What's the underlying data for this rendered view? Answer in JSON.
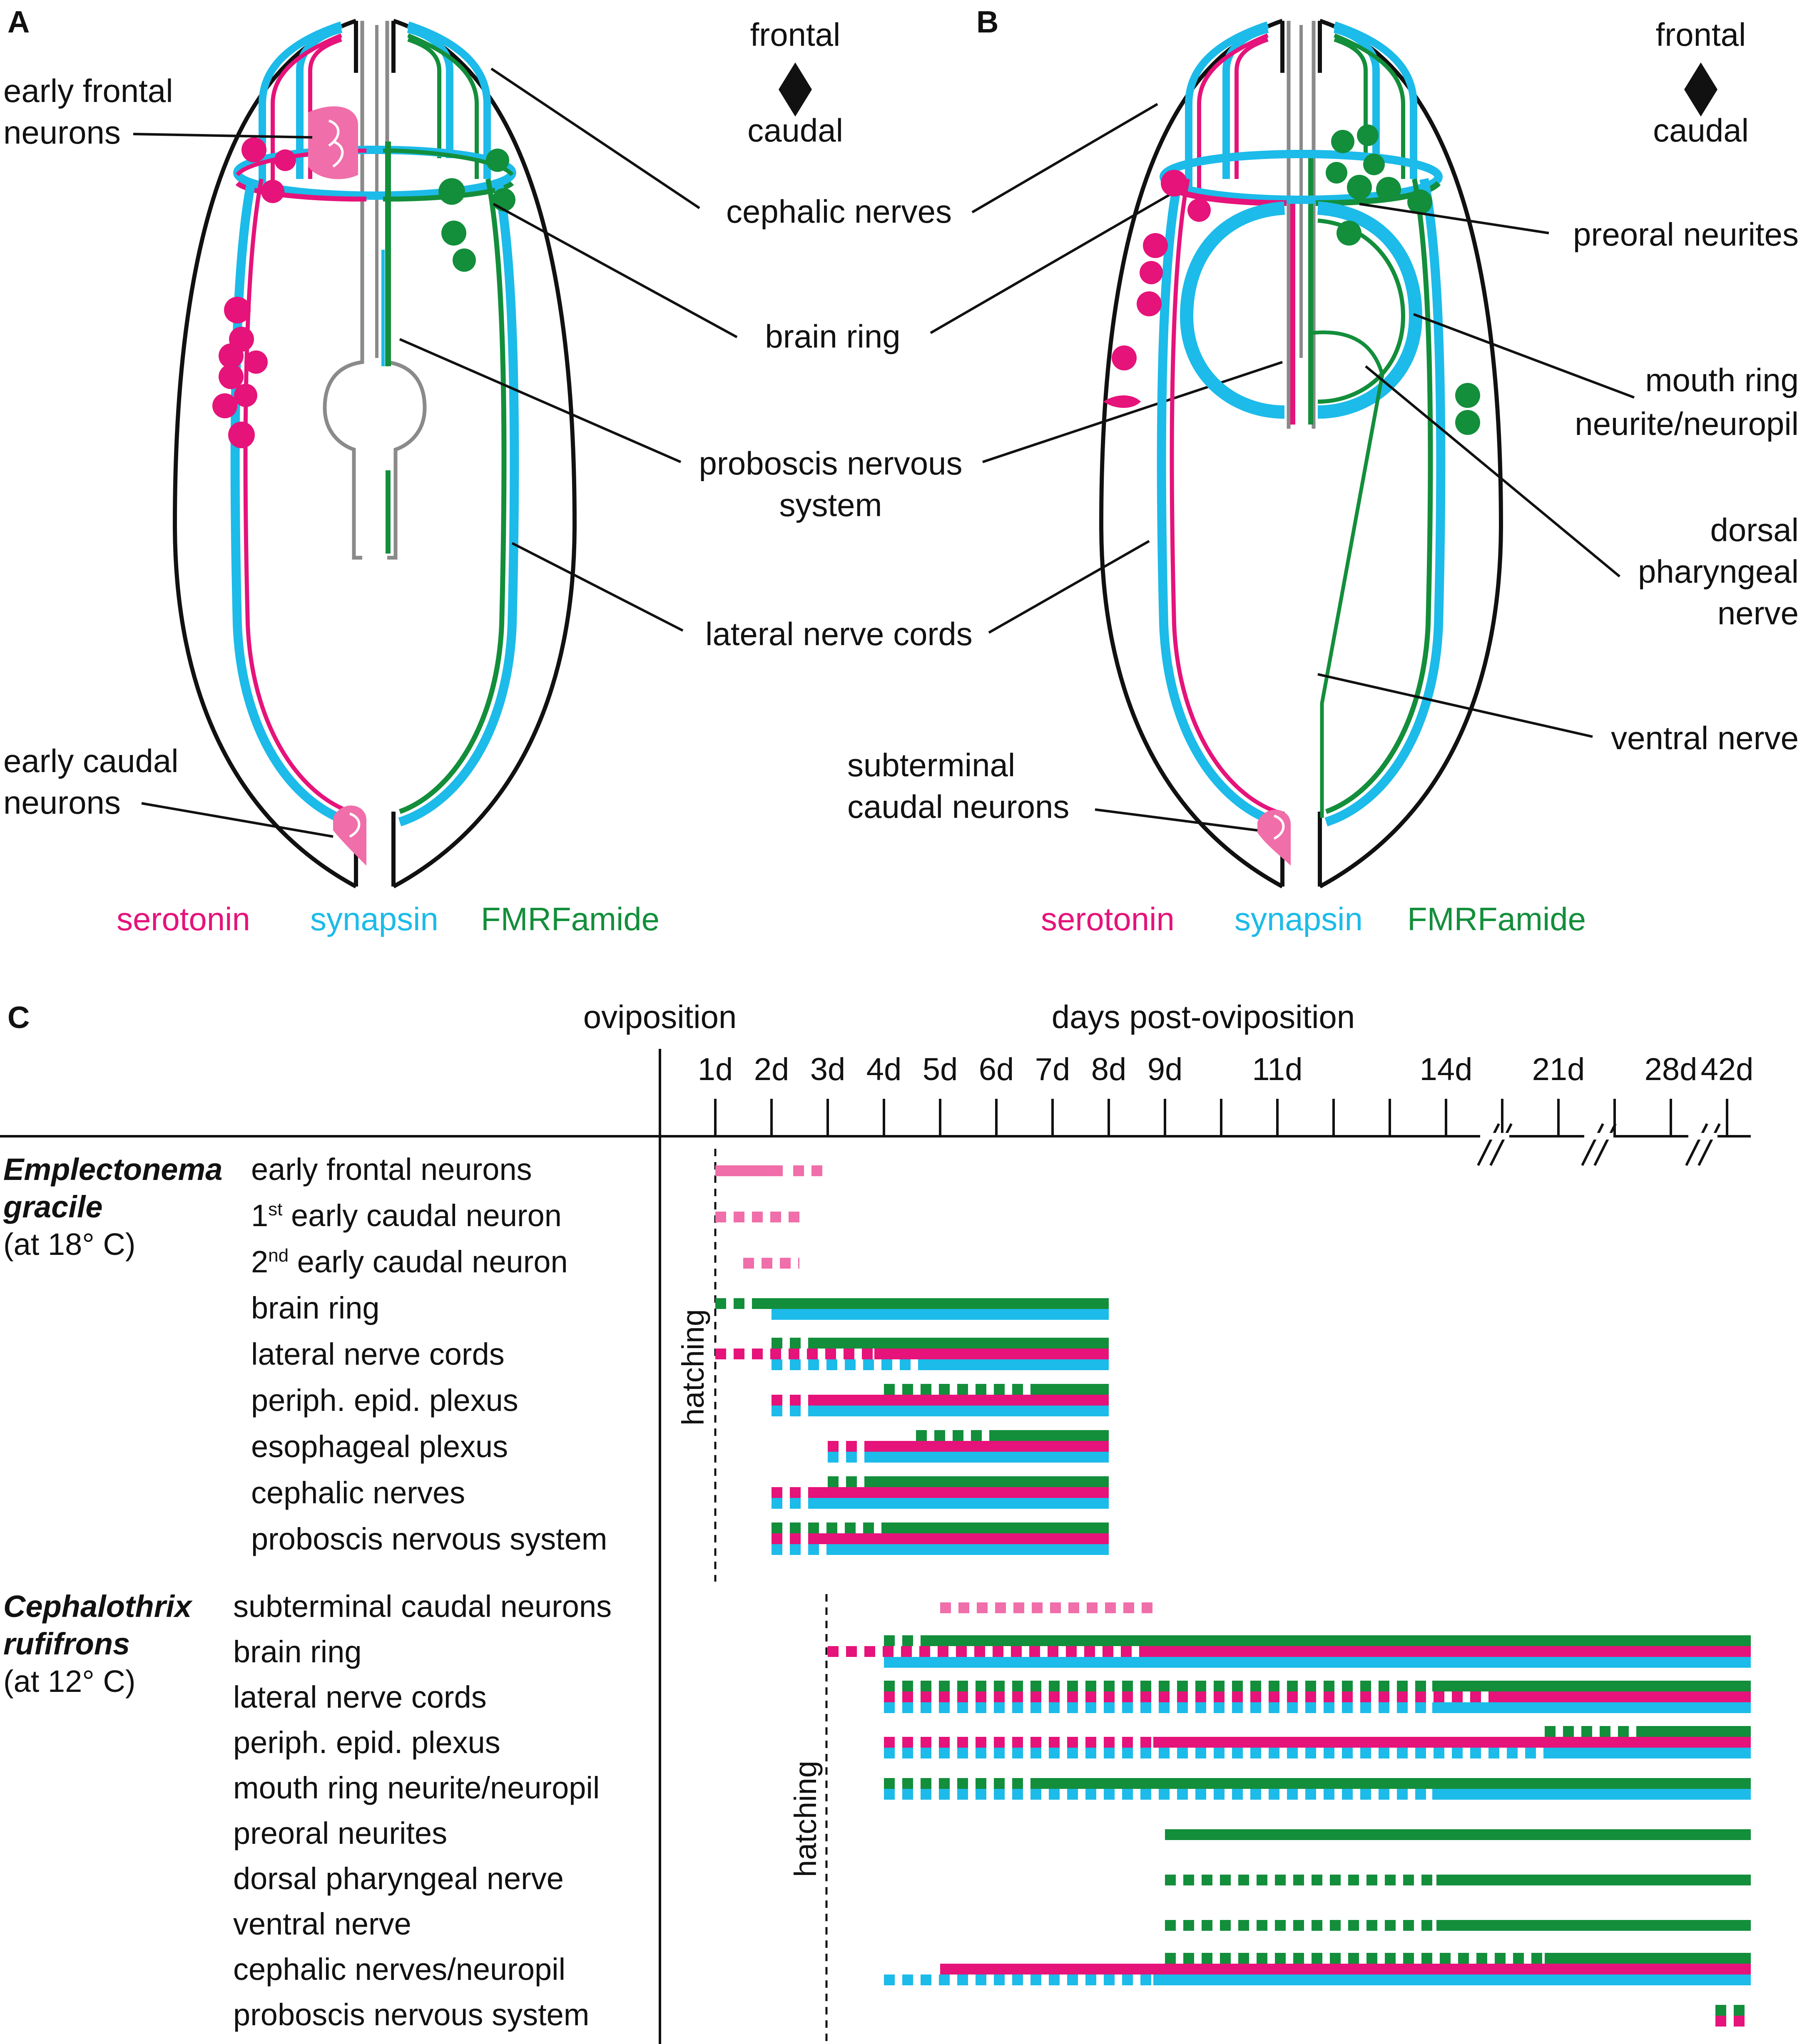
{
  "colors": {
    "serotonin": "#e5137a",
    "serotonin_light": "#f06ea9",
    "synapsin": "#1cbbe9",
    "fmrfamide": "#138e3b",
    "proboscis": "#8a8a8a",
    "outline": "#111111"
  },
  "panels": {
    "a": "A",
    "b": "B",
    "c": "C"
  },
  "legend": {
    "serotonin": "serotonin",
    "synapsin": "synapsin",
    "fmrfamide": "FMRFamide"
  },
  "orientation": {
    "frontal": "frontal",
    "caudal": "caudal"
  },
  "panel_a_labels": {
    "early_frontal": [
      "early frontal",
      "neurons"
    ],
    "early_caudal": [
      "early caudal",
      "neurons"
    ]
  },
  "center_labels": {
    "cephalic": "cephalic nerves",
    "brain_ring": "brain ring",
    "proboscis": [
      "proboscis nervous",
      "system"
    ],
    "lateral": "lateral nerve cords"
  },
  "panel_b_labels": {
    "preoral": "preoral neurites",
    "mouth_ring": [
      "mouth ring",
      "neurite/neuropil"
    ],
    "dorsal_pharyngeal": [
      "dorsal",
      "pharyngeal",
      "nerve"
    ],
    "ventral": "ventral nerve",
    "subterminal": [
      "subterminal",
      "caudal neurons"
    ]
  },
  "timeline": {
    "oviposition": "oviposition",
    "axis_title": "days post-oviposition",
    "ticks": [
      "1d",
      "2d",
      "3d",
      "4d",
      "5d",
      "6d",
      "7d",
      "8d",
      "9d",
      "11d",
      "14d",
      "21d",
      "28d",
      "42d"
    ],
    "hatching": "hatching"
  },
  "species": [
    {
      "name": [
        "Emplectonema",
        "gracile"
      ],
      "temp": "(at 18° C)",
      "rows": [
        "early frontal neurons",
        "1st early caudal neuron",
        "2nd early caudal neuron",
        "brain ring",
        "lateral nerve cords",
        "periph. epid. plexus",
        "esophageal plexus",
        "cephalic nerves",
        "proboscis nervous system"
      ]
    },
    {
      "name": [
        "Cephalothrix",
        "rufifrons"
      ],
      "temp": "(at 12° C)",
      "rows": [
        "subterminal caudal neurons",
        "brain ring",
        "lateral nerve cords",
        "periph. epid. plexus",
        "mouth ring neurite/neuropil",
        "preoral neurites",
        "dorsal pharyngeal nerve",
        "ventral nerve",
        "cephalic nerves/neuropil",
        "proboscis nervous system"
      ]
    }
  ]
}
